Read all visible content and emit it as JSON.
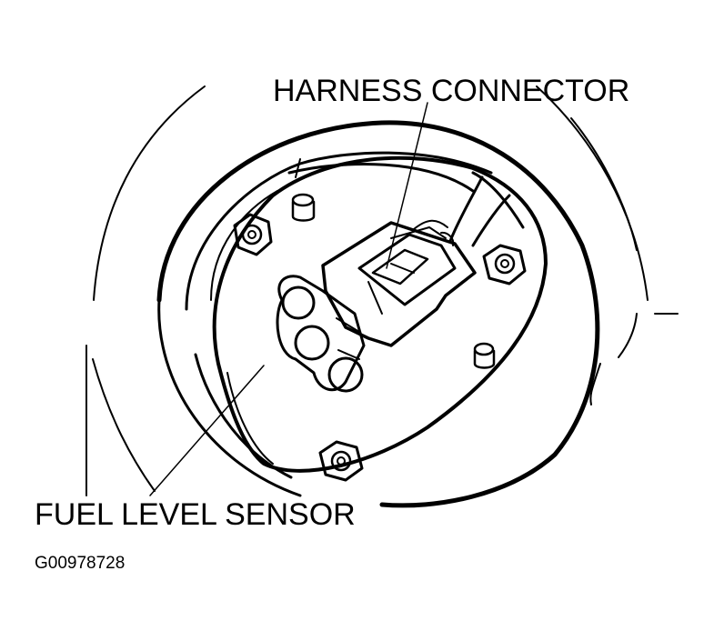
{
  "callouts": {
    "harness_connector": "HARNESS CONNECTOR",
    "fuel_level_sensor": "FUEL LEVEL SENSOR"
  },
  "figure_id": "G00978728",
  "colors": {
    "ink": "#000000",
    "background": "#ffffff"
  }
}
